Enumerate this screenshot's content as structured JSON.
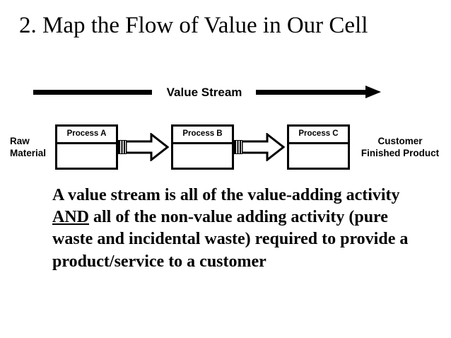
{
  "slide": {
    "title": "2. Map the Flow of Value in Our Cell",
    "background_color": "#ffffff",
    "ink_color": "#000000"
  },
  "value_stream": {
    "label": "Value Stream",
    "arrow_direction": "right",
    "arrow_style": "solid-filled-head"
  },
  "flow": {
    "input_label": "Raw\nMaterial",
    "output_label": "Customer\nFinished Product",
    "processes": [
      {
        "name": "Process A"
      },
      {
        "name": "Process B"
      },
      {
        "name": "Process C"
      }
    ],
    "connectors": [
      {
        "from": "Process A",
        "to": "Process B",
        "marker": "inventory-stripes",
        "arrow": "hollow-block-arrow"
      },
      {
        "from": "Process B",
        "to": "Process C",
        "marker": "inventory-stripes",
        "arrow": "hollow-block-arrow"
      }
    ]
  },
  "body": {
    "part1": "A value stream is all of the value-adding activity ",
    "emphasis": "AND",
    "part2": " all of the non-value adding activity (pure waste and incidental waste) required to provide a product/service to a customer"
  }
}
